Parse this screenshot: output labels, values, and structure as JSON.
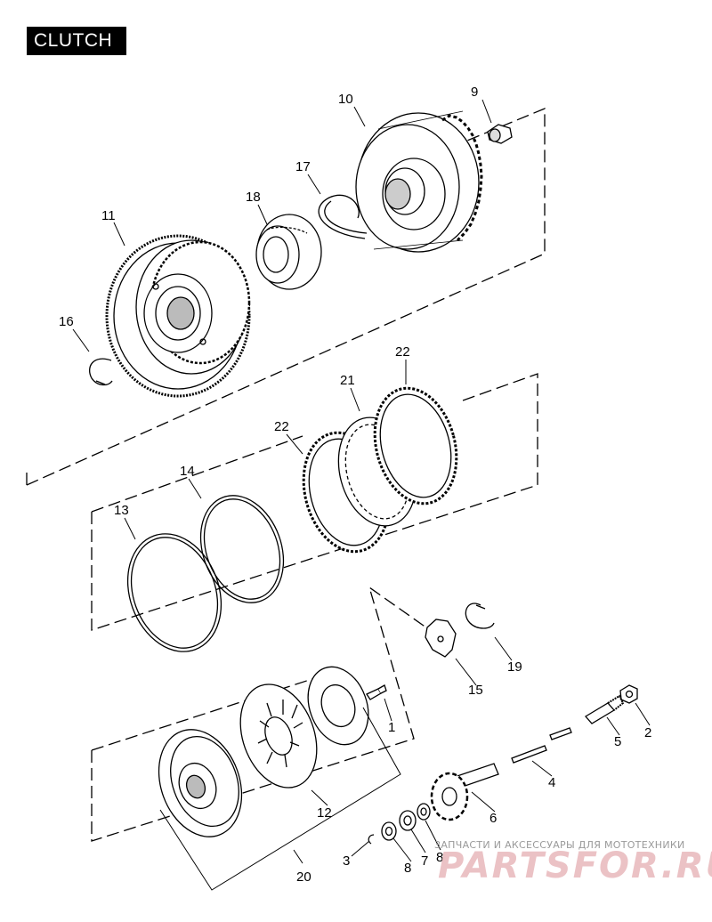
{
  "title": "CLUTCH",
  "callouts": [
    "1",
    "2",
    "3",
    "4",
    "5",
    "6",
    "7",
    "8",
    "8",
    "9",
    "10",
    "11",
    "12",
    "13",
    "14",
    "15",
    "16",
    "17",
    "18",
    "19",
    "20",
    "21",
    "22",
    "22"
  ],
  "watermark": {
    "text": "ЗАПЧАСТИ И АКСЕССУАРЫ ДЛЯ МОТОТЕХНИКИ",
    "logo": "PARTSFOR.RU"
  },
  "colors": {
    "line": "#000000",
    "watermark_logo": "#e8b8bc",
    "watermark_text": "#9a9a9a"
  }
}
